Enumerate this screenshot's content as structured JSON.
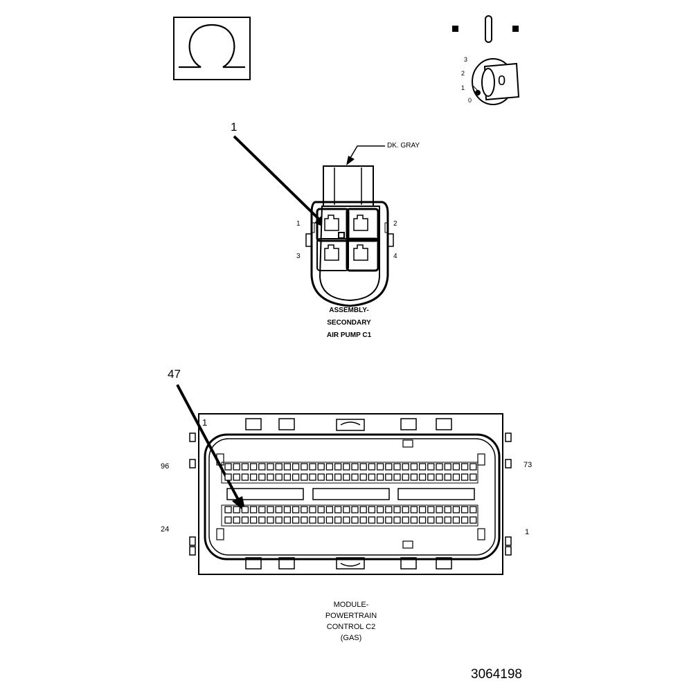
{
  "legend": {
    "omega_symbol": "omega-ground-symbol",
    "ignition": {
      "positions": [
        "3",
        "2",
        "1",
        "0"
      ],
      "key_glyph": "0"
    }
  },
  "air_pump_connector": {
    "callout": "1",
    "color_note": "DK. GRAY",
    "pins": {
      "p1": "1",
      "p2": "2",
      "p3": "3",
      "p4": "4"
    },
    "caption": [
      "ASSEMBLY-",
      "SECONDARY",
      "AIR PUMP C1"
    ]
  },
  "pcm_connector": {
    "callout": "47",
    "corner_mark": "1",
    "pins": {
      "top_left": "96",
      "top_right": "73",
      "bottom_left": "24",
      "bottom_right": "1"
    },
    "caption": [
      "MODULE-",
      "POWERTRAIN",
      "CONTROL C2",
      "(GAS)"
    ]
  },
  "figure_number": "3064198"
}
